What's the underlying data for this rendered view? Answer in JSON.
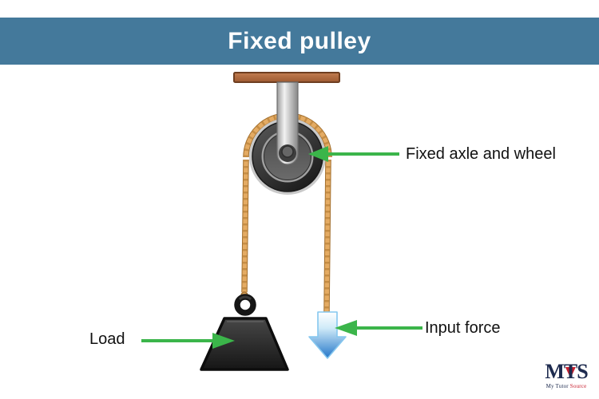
{
  "header": {
    "title": "Fixed pulley"
  },
  "diagram": {
    "callouts": {
      "axle": {
        "label": "Fixed axle and wheel"
      },
      "load": {
        "label": "Load"
      },
      "input_force": {
        "label": "Input force"
      }
    }
  },
  "logo": {
    "m": "M",
    "t": "T",
    "s": "S",
    "tagline_left": "My Tutor",
    "tagline_right": "Source"
  },
  "colors": {
    "header-bg": "#44799B",
    "callout-green": "#3BB54A",
    "rope": "#E4AB63",
    "rope-dark": "#C0873F",
    "rope-outline": "#A3702F",
    "beam-top": "#C17C50",
    "beam-bottom": "#9E5A31",
    "beam-border": "#6E3E20",
    "metal-light": "#F2F2F2",
    "metal-mid": "#9A9A9A",
    "wheel-rim-light": "#5A5A5A",
    "wheel-rim-dark": "#1C1C1C",
    "wheel-face-top": "#4C4C4C",
    "wheel-face-bottom": "#6B6B6B",
    "weight-top": "#474747",
    "weight-bottom": "#161616",
    "force-arrow-top": "#FFFFFF",
    "force-arrow-mid": "#CFEAF8",
    "force-arrow-bottom": "#2476C9",
    "force-arrow-border": "#85C7EF",
    "text": "#111111",
    "logo-navy": "#1E2B4F",
    "logo-red": "#C8202F"
  }
}
